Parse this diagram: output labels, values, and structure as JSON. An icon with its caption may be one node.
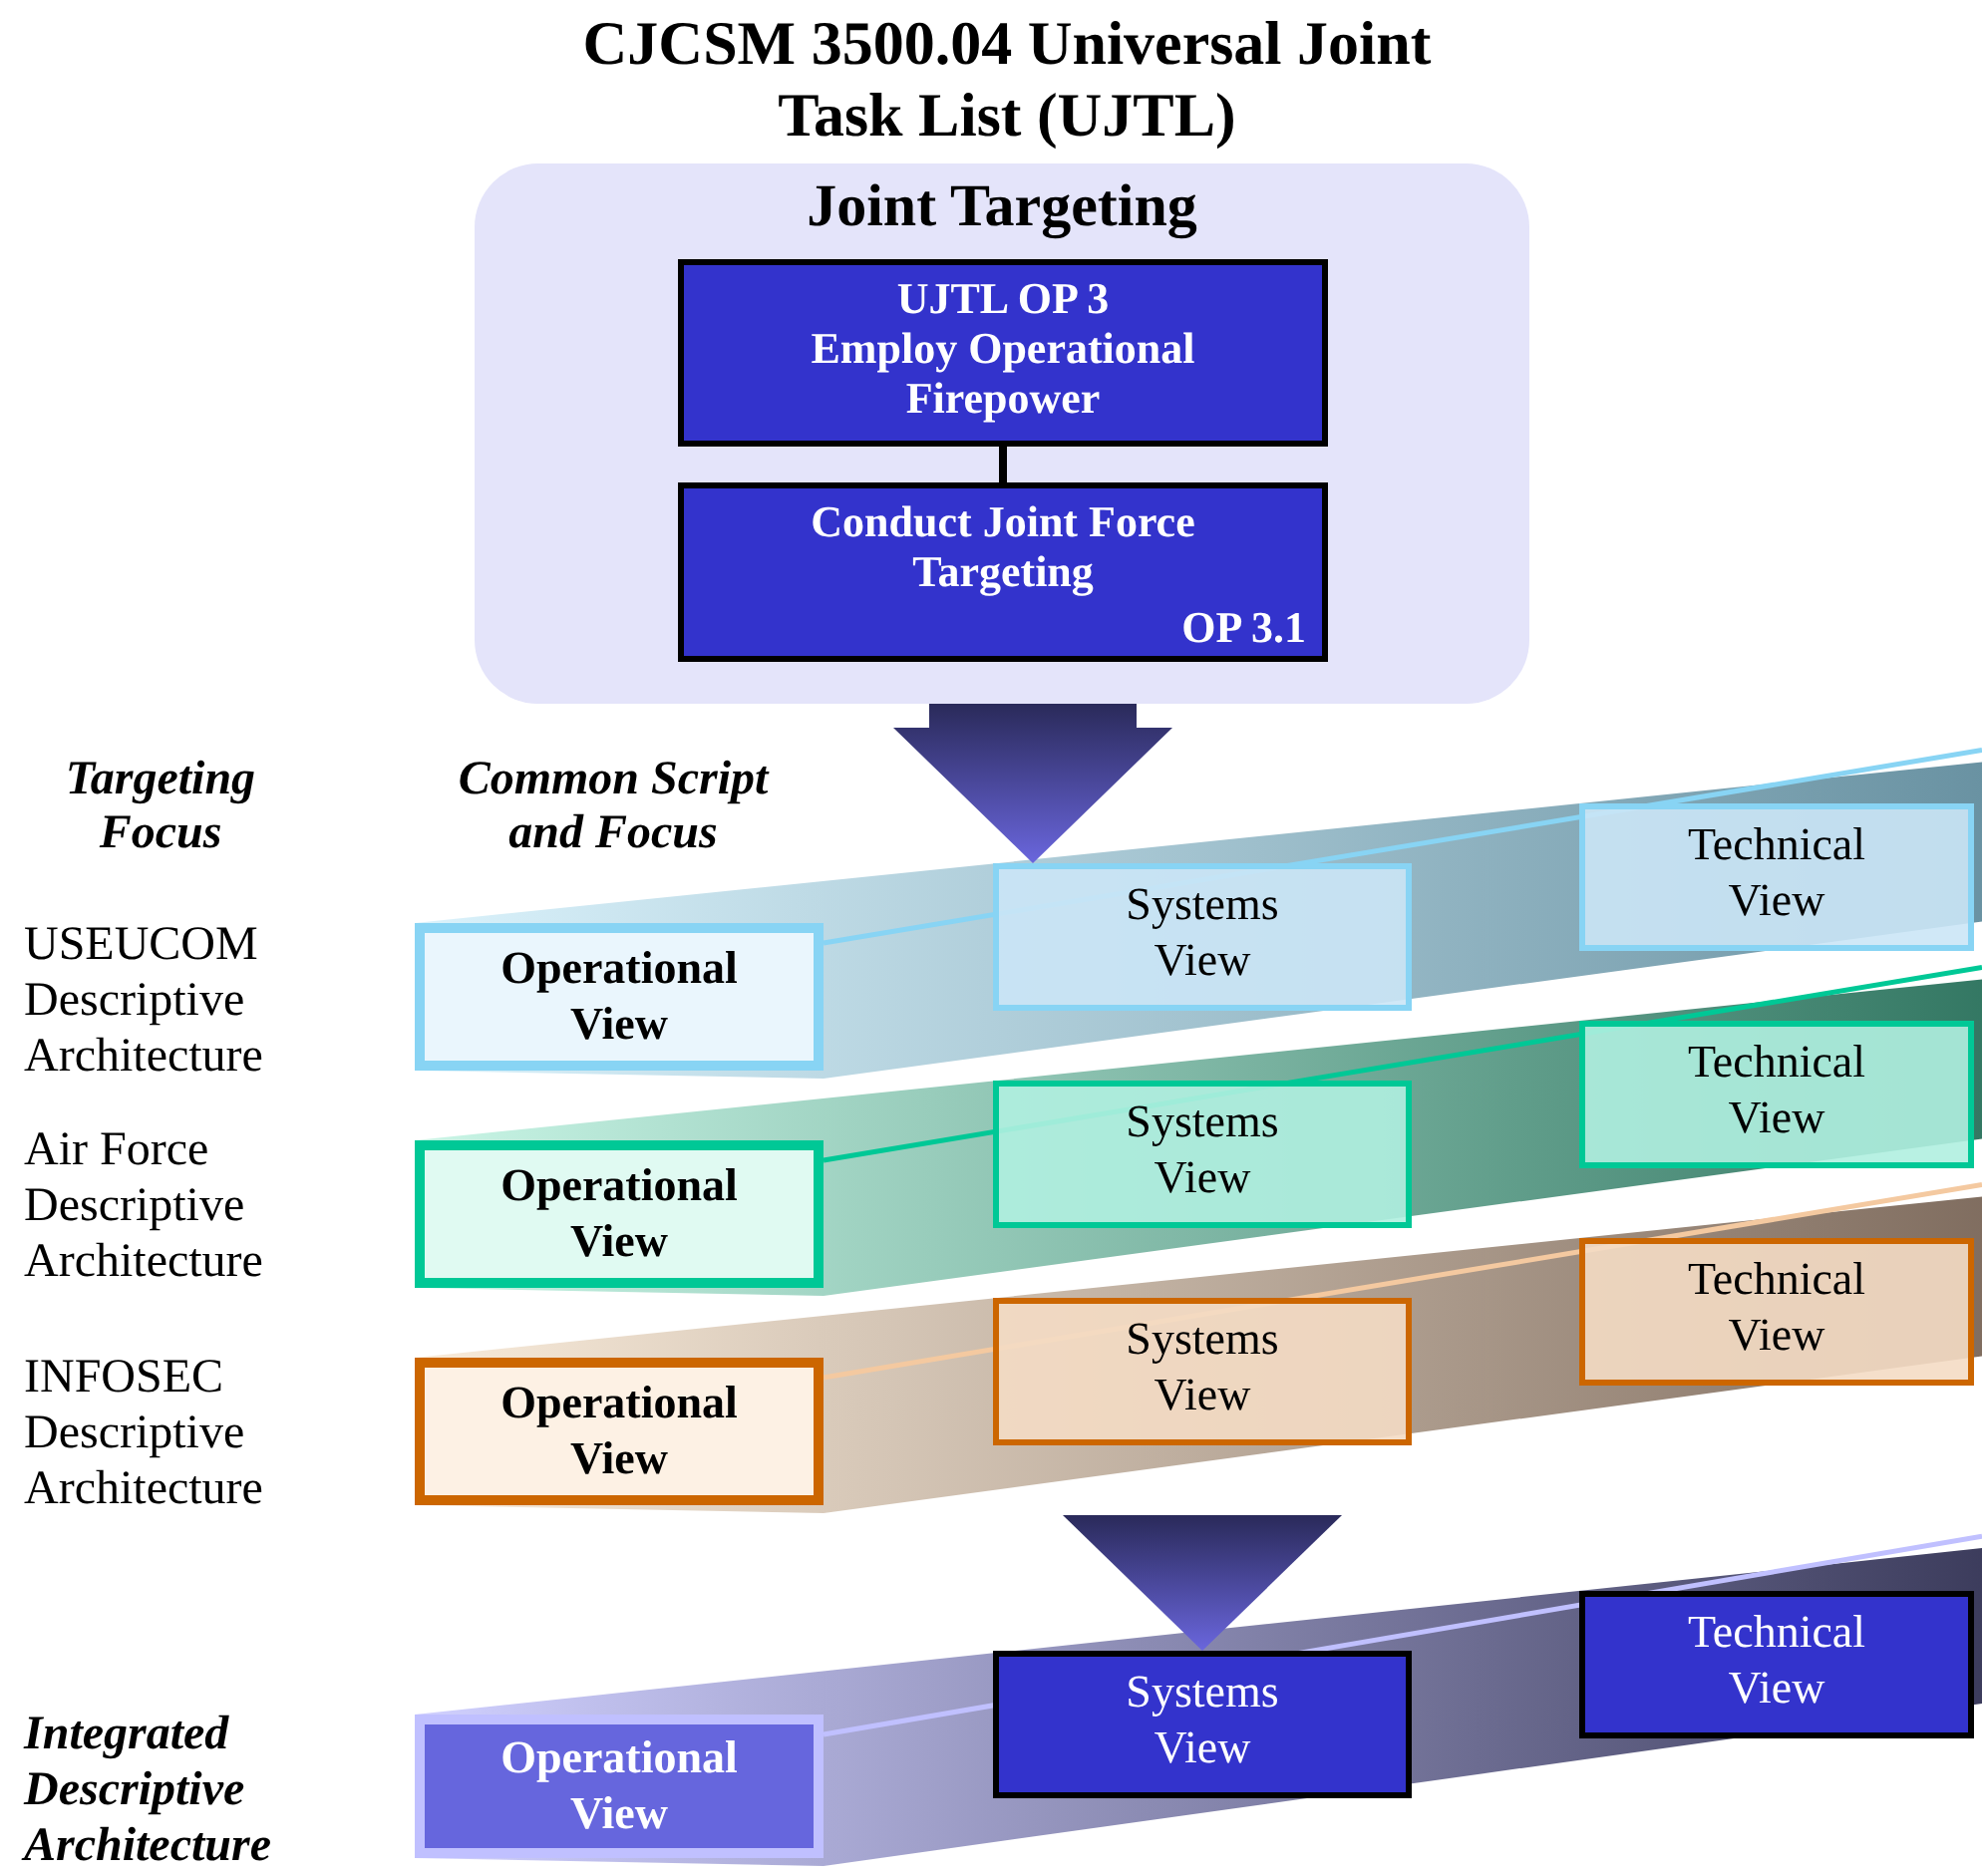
{
  "diagram": {
    "title": "CJCSM 3500.04 Universal Joint Task List (UJTL)",
    "nodes": [
      {
        "text": [
          "Joint Targeting"
        ]
      },
      {
        "text": [
          "UJTL OP 3",
          "Employ Operational Firepower"
        ],
        "in": 0
      },
      {
        "text": [
          "Conduct Joint Force Targeting",
          "OP 3.1"
        ],
        "in": 0
      },
      {
        "text": [
          "Operational View"
        ]
      },
      {
        "text": [
          "Systems View"
        ]
      },
      {
        "text": [
          "Technical View"
        ]
      },
      {
        "text": [
          "Operational View"
        ]
      },
      {
        "text": [
          "Systems View"
        ]
      },
      {
        "text": [
          "Technical View"
        ]
      },
      {
        "text": [
          "Operational View"
        ]
      },
      {
        "text": [
          "Systems View"
        ]
      },
      {
        "text": [
          "Technical View"
        ]
      },
      {
        "text": [
          "Operational View"
        ]
      },
      {
        "text": [
          "Systems View"
        ]
      },
      {
        "text": [
          "Technical View"
        ]
      }
    ],
    "edges": [
      {
        "from": 1,
        "to": 2,
        "arrow": "none"
      },
      {
        "from": 0,
        "to": 4,
        "arrow": "to",
        "style": "thick"
      },
      {
        "from": 10,
        "to": 13,
        "arrow": "to",
        "style": "thick"
      }
    ],
    "labels": [
      "Targeting Focus",
      "Common Script and Focus",
      "USEUCOM Descriptive Architecture",
      "Air Force Descriptive Architecture",
      "INFOSEC Descriptive Architecture",
      "Integrated Descriptive Architecture"
    ]
  }
}
